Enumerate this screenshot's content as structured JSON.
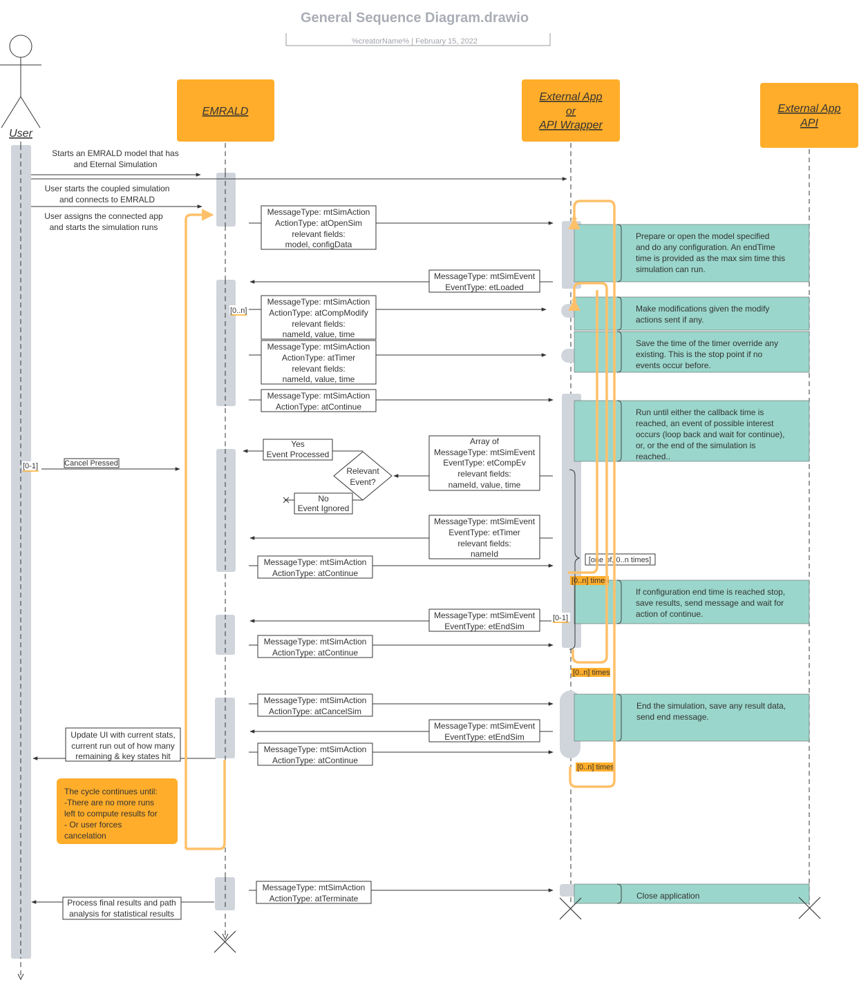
{
  "header": {
    "title": "General Sequence Diagram.drawio",
    "subtitle": "%creatorName% | February 15, 2022"
  },
  "actors": {
    "user": "User"
  },
  "lifelines": {
    "emrald": "EMRALD",
    "wrapper": [
      "External App",
      "or",
      "API Wrapper"
    ],
    "api": [
      "External App",
      "API"
    ]
  },
  "user_notes": {
    "start_model": [
      "Starts an EMRALD model that has",
      "and Eternal Simulation"
    ],
    "start_coupled": [
      "User starts the coupled simulation",
      "and connects to EMRALD"
    ],
    "assign_app": [
      "User assigns the connected app",
      "and starts the simulation runs"
    ]
  },
  "messages": {
    "open_sim": [
      "MessageType: mtSimAction",
      "ActionType: atOpenSim",
      "relevant fields:",
      "model, configData"
    ],
    "loaded": [
      "MessageType: mtSimEvent",
      "EventType: etLoaded"
    ],
    "comp_modify": [
      "MessageType: mtSimAction",
      "ActionType: atCompModify",
      "relevant fields:",
      "nameId, value, time"
    ],
    "timer_action": [
      "MessageType: mtSimAction",
      "ActionType: atTimer",
      "relevant fields:",
      "nameId, value, time"
    ],
    "continue1": [
      "MessageType: mtSimAction",
      "ActionType: atContinue"
    ],
    "comp_ev": [
      "Array of",
      "MessageType: mtSimEvent",
      "EventType: etCompEv",
      "relevant fields:",
      "nameId, value, time"
    ],
    "et_timer": [
      "MessageType: mtSimEvent",
      "EventType: etTimer",
      "relevant fields:",
      "nameId"
    ],
    "continue2": [
      "MessageType: mtSimAction",
      "ActionType: atContinue"
    ],
    "end_sim1": [
      "MessageType: mtSimEvent",
      "EventType: etEndSim"
    ],
    "continue3": [
      "MessageType: mtSimAction",
      "ActionType: atContinue"
    ],
    "cancel_sim": [
      "MessageType: mtSimAction",
      "ActionType: atCancelSim"
    ],
    "end_sim2": [
      "MessageType: mtSimEvent",
      "EventType: etEndSim"
    ],
    "continue4": [
      "MessageType: mtSimAction",
      "ActionType: atContinue"
    ],
    "terminate": [
      "MessageType: mtSimAction",
      "ActionType: atTerminate"
    ]
  },
  "decision": {
    "label": [
      "Relevant",
      "Event?"
    ],
    "yes": [
      "Yes",
      "Event Processed"
    ],
    "no": [
      "No",
      "Event Ignored"
    ]
  },
  "guards": {
    "zero_n": "[0..n]",
    "zero_one_user": "[0-1]",
    "zero_one_end": "[0-1]",
    "cancel_pressed": "Cancel Pressed",
    "one_of": "[one of, 0..n times]",
    "times1": "[0..n] times",
    "times2": "[0..n] times",
    "times3": "[0..n] times"
  },
  "notes": {
    "prepare": [
      "Prepare or open the model specified",
      "and do any configuration. An endTime",
      "time is provided as the max sim time this",
      "simulation can run."
    ],
    "modify": [
      "Make modifications given the modify",
      "actions sent if any."
    ],
    "save_timer": [
      "Save the time of the timer override any",
      "existing. This is the stop point if no",
      "events occur before."
    ],
    "run_until": [
      "Run until either the callback time is",
      "reached, an event of possible interest",
      "occurs (loop back and wait for continue),",
      "or, or the end of the simulation is",
      "reached.."
    ],
    "config_end": [
      "If configuration end time is reached stop,",
      "save results, send message and wait for",
      "action of continue."
    ],
    "end_simulation": [
      "End the simulation, save any result data,",
      "send end message."
    ],
    "close_app": [
      "Close application"
    ]
  },
  "user_boxes": {
    "update_ui": [
      "Update UI with current stats,",
      "current run out of how many",
      "remaining & key states hit"
    ],
    "process_final": [
      "Process final results and path",
      "analysis for statistical results"
    ]
  },
  "cycle_note": [
    "The cycle continues until:",
    "-There are no more runs",
    "left to compute results for",
    "- Or user forces",
    "cancelation"
  ],
  "colors": {
    "orange": "#ffad2a",
    "orange_light": "#ffc06a",
    "teal": "#9ad6cb",
    "activation": "#d0d5dc",
    "line": "#333333"
  }
}
